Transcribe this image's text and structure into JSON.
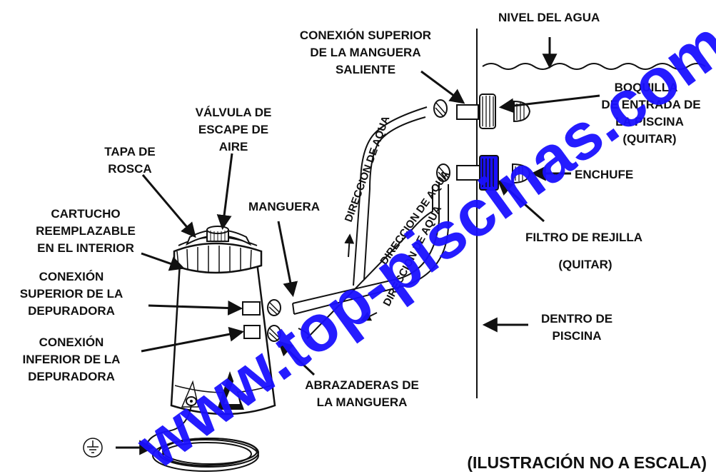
{
  "labels": {
    "water_level": "NIVEL DEL AGUA",
    "upper_outlet_connection": [
      "CONEXIÓN SUPERIOR",
      "DE LA MANGUERA",
      "SALIENTE"
    ],
    "inlet_nozzle": [
      "BOQUILLA",
      "DE ENTRADA DE",
      "LA PISCINA",
      "(QUITAR)"
    ],
    "plug": "ENCHUFE",
    "strainer_grid": "FILTRO DE REJILLA",
    "strainer_remove": "(QUITAR)",
    "inside_pool": [
      "DENTRO DE",
      "PISCINA"
    ],
    "air_release_valve": [
      "VÁLVULA DE",
      "ESCAPE DE",
      "AIRE"
    ],
    "threaded_cap": [
      "TAPA DE",
      "ROSCA"
    ],
    "cartridge": [
      "CARTUCHO",
      "REEMPLAZABLE",
      "EN EL INTERIOR"
    ],
    "hose": "MANGUERA",
    "pump_upper_connection": [
      "CONEXIÓN",
      "SUPERIOR DE LA",
      "DEPURADORA"
    ],
    "pump_lower_connection": [
      "CONEXIÓN",
      "INFERIOR DE LA",
      "DEPURADORA"
    ],
    "hose_clamps": [
      "ABRAZADERAS DE",
      "LA MANGUERA"
    ],
    "water_direction": "DIRECCION DE AQUA",
    "not_to_scale": "(ILUSTRACIÓN NO A ESCALA)"
  },
  "watermark": "www.top-piscinas.com",
  "colors": {
    "ink": "#111111",
    "watermark": "#1a10ff",
    "strainer": "#1a10ff"
  },
  "icons": [
    "ground-symbol-icon"
  ]
}
